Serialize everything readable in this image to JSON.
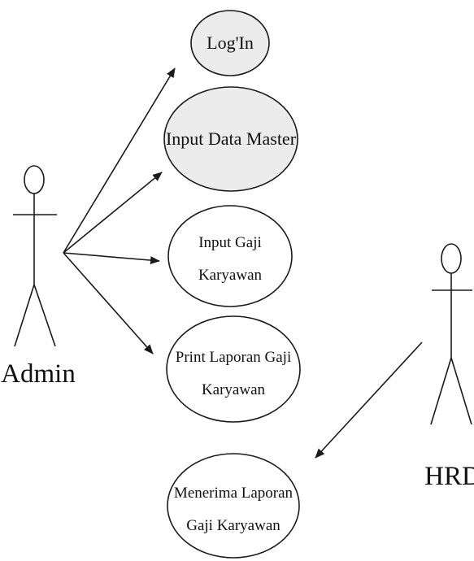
{
  "actors": {
    "admin": {
      "label": "Admin"
    },
    "hrd": {
      "label": "HRD"
    }
  },
  "use_cases": {
    "login": {
      "label": "Log'In"
    },
    "input_data_master": {
      "label": "Input Data Master"
    },
    "input_gaji": {
      "line1": "Input Gaji",
      "line2": "Karyawan"
    },
    "print_laporan": {
      "line1": "Print Laporan Gaji",
      "line2": "Karyawan"
    },
    "menerima_laporan": {
      "line1": "Menerima Laporan",
      "line2": "Gaji Karyawan"
    }
  },
  "colors": {
    "shaded_fill": "#ececec",
    "plain_fill": "#ffffff",
    "line": "#1a1a1a"
  }
}
